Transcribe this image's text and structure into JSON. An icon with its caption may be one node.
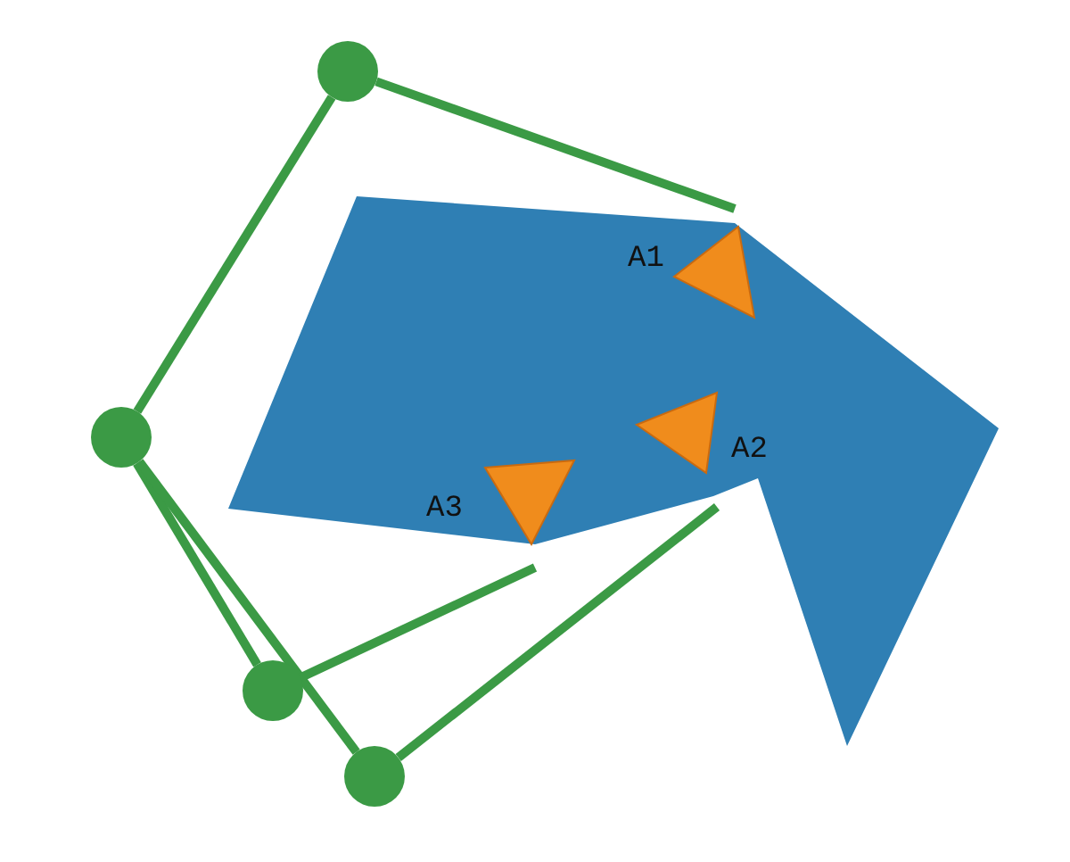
{
  "diagram": {
    "nodes": [
      {
        "text": [],
        "shape": "circle"
      },
      {
        "text": [],
        "shape": "circle"
      },
      {
        "text": [],
        "shape": "circle"
      },
      {
        "text": [],
        "shape": "circle"
      }
    ],
    "edges": [
      {
        "from": 0,
        "to": null,
        "arrow": "none"
      },
      {
        "from": 0,
        "to": 1,
        "arrow": "none"
      },
      {
        "from": 1,
        "to": 2,
        "arrow": "none"
      },
      {
        "from": 1,
        "to": 3,
        "arrow": "none"
      },
      {
        "from": 2,
        "to": null,
        "arrow": "none"
      },
      {
        "from": 3,
        "to": null,
        "arrow": "none"
      }
    ],
    "labels": [
      "A1",
      "A2",
      "A3"
    ]
  }
}
